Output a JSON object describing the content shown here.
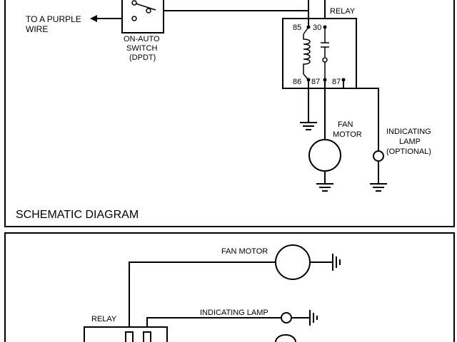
{
  "labels": {
    "to_purple_wire": [
      "TO A PURPLE",
      "WIRE"
    ],
    "switch": [
      "ON-AUTO",
      "SWITCH",
      "(DPDT)"
    ],
    "relay_top": "RELAY",
    "relay_bottom": "RELAY",
    "pin_85": "85",
    "pin_30": "30",
    "pin_86": "86",
    "pin_87": "87",
    "pin_87a": "87",
    "fan_motor": [
      "FAN",
      "MOTOR"
    ],
    "indicating_lamp": [
      "INDICATING",
      "LAMP",
      "(OPTIONAL)"
    ],
    "schematic_title": "SCHEMATIC DIAGRAM",
    "fan_motor_bottom": "FAN MOTOR",
    "indicating_lamp_bottom": "INDICATING LAMP"
  },
  "colors": {
    "line": "#000000",
    "background": "#ffffff"
  },
  "icons": [
    "ground-icon",
    "motor-icon",
    "lamp-icon",
    "coil-icon",
    "switch-icon"
  ]
}
